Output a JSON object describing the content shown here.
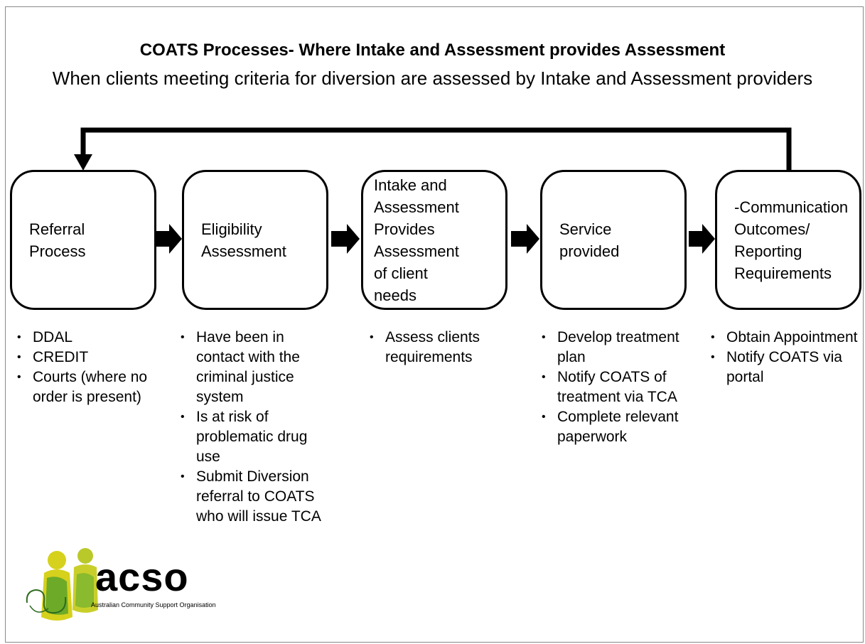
{
  "title": "COATS Processes- Where Intake and Assessment provides Assessment",
  "subtitle": "When clients meeting criteria for diversion are assessed by Intake and Assessment providers",
  "stages": [
    {
      "label": "Referral\nProcess",
      "items": [
        "DDAL",
        "CREDIT",
        "Courts (where no order is present)"
      ]
    },
    {
      "label": "Eligibility\nAssessment",
      "items": [
        "Have been in contact with the criminal justice system",
        "Is at risk of problematic drug use",
        "Submit Diversion referral to COATS who will issue TCA"
      ]
    },
    {
      "label": "Intake and\nAssessment\nProvides\nAssessment\nof client\nneeds",
      "items": [
        "Assess clients requirements"
      ]
    },
    {
      "label": "Service\nprovided",
      "items": [
        "Develop treatment plan",
        "Notify COATS of treatment via TCA",
        "Complete relevant paperwork"
      ]
    },
    {
      "label": "-Communication\nOutcomes/\nReporting\nRequirements",
      "items": [
        "Obtain Appointment",
        "Notify COATS via portal"
      ]
    }
  ],
  "logo": {
    "word": "acso",
    "tagline": "Australian Community Support Organisation",
    "colors": {
      "yellow": "#d6d11c",
      "green": "#5aa32a",
      "dark": "#2f6b1f"
    }
  },
  "colors": {
    "line": "#000000",
    "frame": "#8a8a8a"
  }
}
